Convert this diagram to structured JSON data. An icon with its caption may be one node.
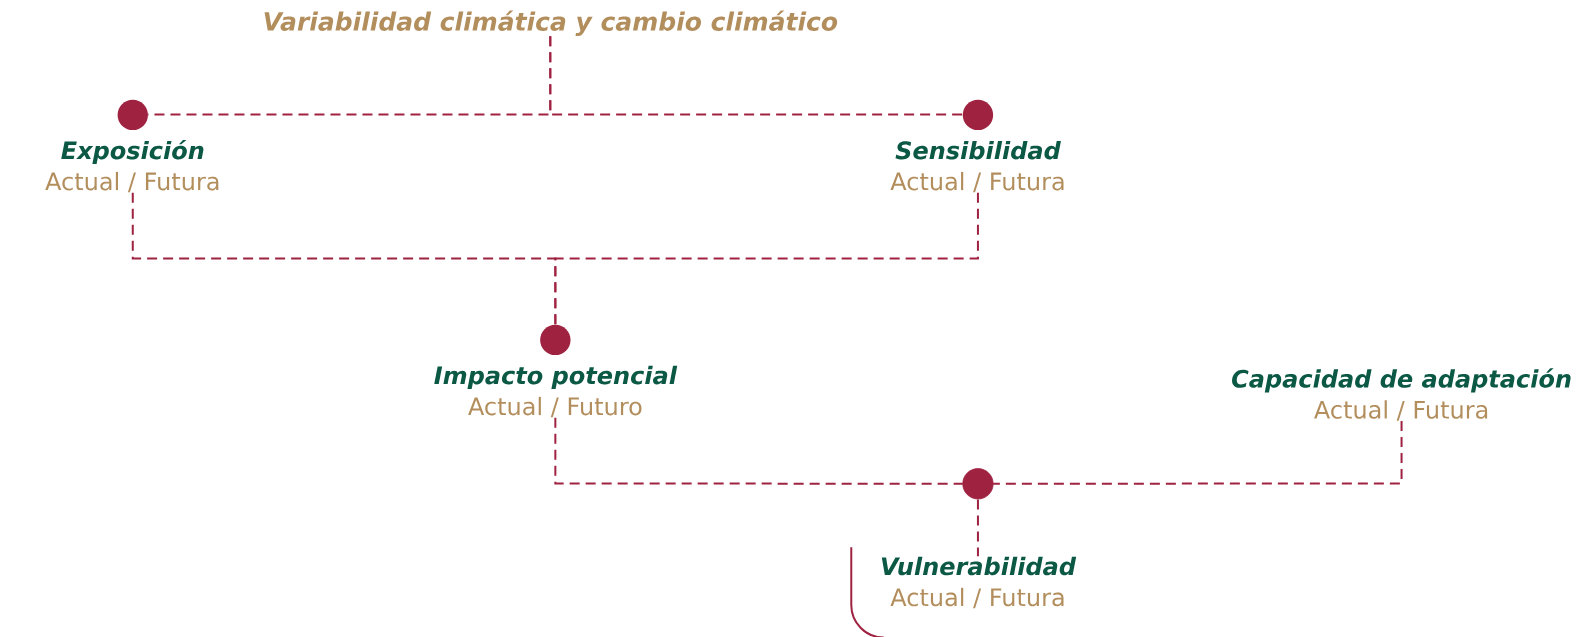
{
  "diagram": {
    "nodes": [
      {
        "text": [
          "Variabilidad climática y cambio climático"
        ]
      },
      {
        "text": [
          "Exposición",
          "Actual / Futura"
        ]
      },
      {
        "text": [
          "Sensibilidad",
          "Actual / Futura"
        ]
      },
      {
        "text": [
          "Impacto potencial",
          "Actual / Futuro"
        ]
      },
      {
        "text": [
          "Capacidad de adaptación",
          "Actual / Futura"
        ]
      },
      {
        "text": [],
        "shape": "circle"
      },
      {
        "text": [
          "Vulnerabilidad",
          "Actual / Futura"
        ]
      }
    ],
    "edges": [
      {
        "from": 0,
        "to": 1,
        "arrow": "none",
        "style": "dashed"
      },
      {
        "from": 0,
        "to": 2,
        "arrow": "none",
        "style": "dashed"
      },
      {
        "from": 1,
        "to": 3,
        "arrow": "none",
        "style": "dashed"
      },
      {
        "from": 2,
        "to": 3,
        "arrow": "none",
        "style": "dashed"
      },
      {
        "from": 3,
        "to": 5,
        "arrow": "none",
        "style": "dashed"
      },
      {
        "from": 4,
        "to": 5,
        "arrow": "none",
        "style": "dashed"
      },
      {
        "from": 5,
        "to": 6,
        "arrow": "none",
        "style": "dashed"
      }
    ]
  }
}
